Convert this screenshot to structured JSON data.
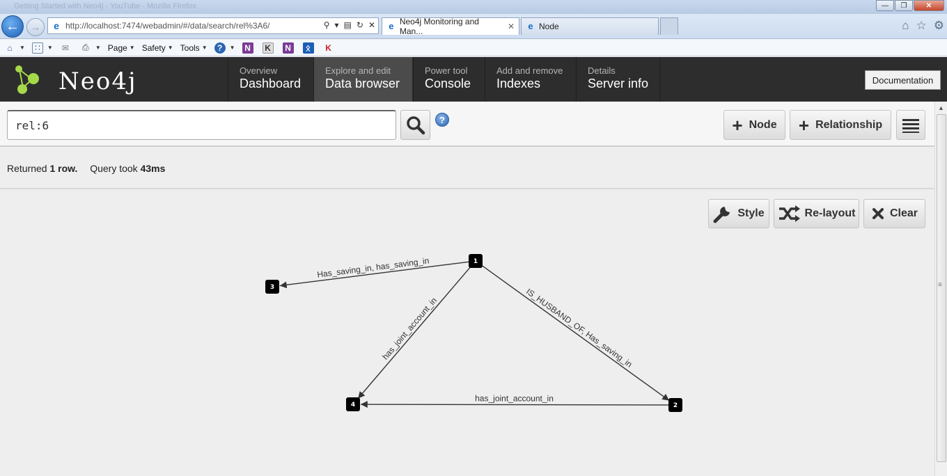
{
  "browser": {
    "window_title": "Getting Started with Neo4j - YouTube - Mozilla Firefox",
    "url": "http://localhost:7474/webadmin/#/data/search/rel%3A6/",
    "tabs": [
      {
        "title": "Neo4j Monitoring and Man...",
        "active": true
      },
      {
        "title": "Node",
        "active": false
      }
    ],
    "commands": [
      "Page",
      "Safety",
      "Tools"
    ]
  },
  "app": {
    "logo_text": "Neo4j",
    "nav": [
      {
        "small": "Overview",
        "big": "Dashboard",
        "active": false
      },
      {
        "small": "Explore and edit",
        "big": "Data browser",
        "active": true
      },
      {
        "small": "Power tool",
        "big": "Console",
        "active": false
      },
      {
        "small": "Add and remove",
        "big": "Indexes",
        "active": false
      },
      {
        "small": "Details",
        "big": "Server info",
        "active": false
      }
    ],
    "documentation_label": "Documentation"
  },
  "search": {
    "query": "rel:6",
    "help": "?"
  },
  "toolbar": {
    "node_label": "Node",
    "relationship_label": "Relationship"
  },
  "status": {
    "prefix": "Returned",
    "rows": "1 row.",
    "query_prefix": "Query took",
    "time": "43ms"
  },
  "graph_tools": {
    "style_label": "Style",
    "relayout_label": "Re-layout",
    "clear_label": "Clear"
  },
  "graph": {
    "nodes": [
      {
        "id": "1"
      },
      {
        "id": "2"
      },
      {
        "id": "3"
      },
      {
        "id": "4"
      }
    ],
    "edges": [
      {
        "from": "1",
        "to": "3",
        "label": "Has_saving_in, has_saving_in"
      },
      {
        "from": "1",
        "to": "4",
        "label": "has_joint_account_in"
      },
      {
        "from": "1",
        "to": "2",
        "label": "IS_HUSBAND_OF, Has_saving_in"
      },
      {
        "from": "2",
        "to": "4",
        "label": "has_joint_account_in"
      }
    ]
  },
  "colors": {
    "header_bg": "#2d2d2d",
    "active_nav_bg": "#4b4b4b",
    "page_bg": "#eeeeee",
    "node_fill": "#000000",
    "logo_green": "#a5d94a"
  }
}
